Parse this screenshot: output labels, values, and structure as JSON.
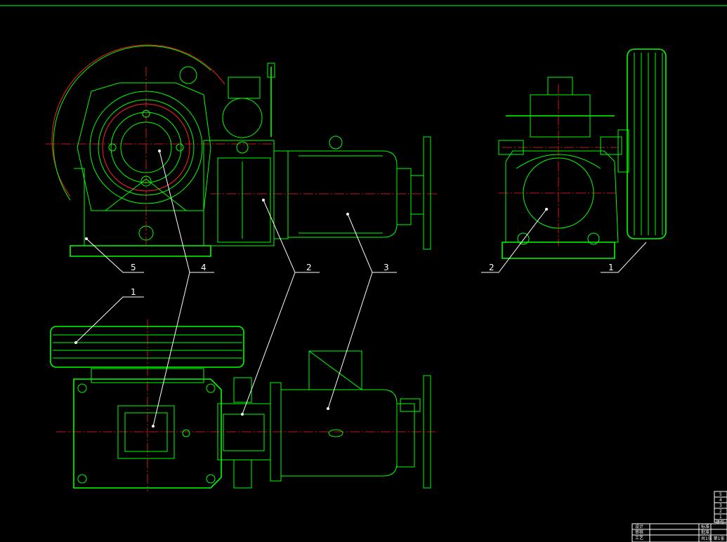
{
  "views": {
    "front": {
      "callouts": [
        "5",
        "4",
        "2",
        "3"
      ]
    },
    "side": {
      "callouts": [
        "2",
        "1"
      ]
    },
    "top": {
      "callouts": [
        "1"
      ]
    }
  },
  "title_block": {
    "rows": [
      "5",
      "4",
      "3",
      "2",
      "1"
    ],
    "header": "序号",
    "left_cells": [
      "设计",
      "审核",
      "工艺"
    ],
    "right_cells": [
      "标准",
      "批准",
      "共1张 第1张"
    ]
  },
  "colors": {
    "outline": "#00ff00",
    "centerline": "#ff2020",
    "leader": "#ffffff",
    "background": "#000000"
  }
}
